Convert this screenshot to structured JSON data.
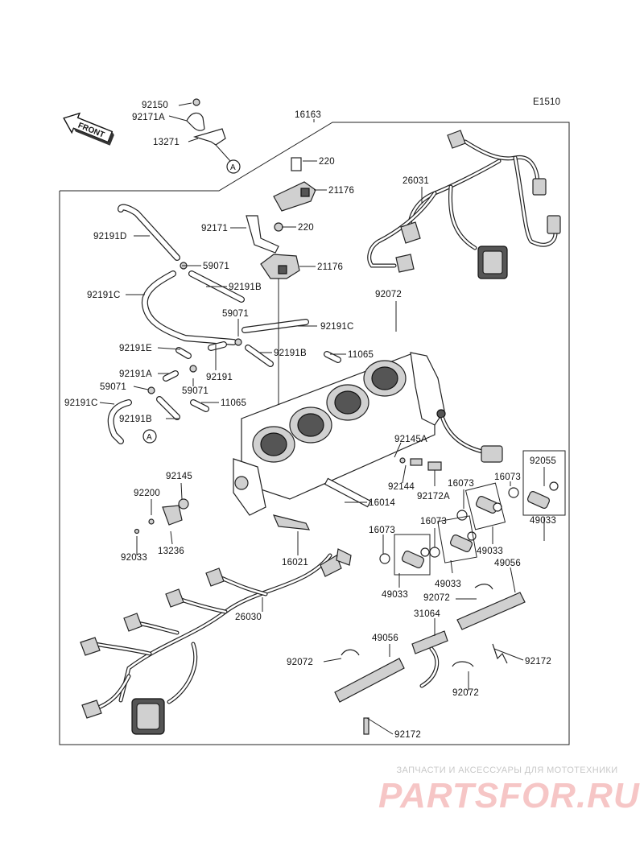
{
  "diagram_code": "E1510",
  "front_label": "FRONT",
  "ref_letter": "A",
  "watermark": {
    "tagline": "ЗАПЧАСТИ И АКСЕССУАРЫ ДЛЯ МОТОТЕХНИКИ",
    "logo": "PARTSFOR.RU"
  },
  "part_numbers": [
    "92150",
    "92171A",
    "13271",
    "16163",
    "220",
    "21176",
    "92171",
    "220",
    "21176",
    "26031",
    "92191D",
    "59071",
    "92191B",
    "92191C",
    "59071",
    "92191C",
    "92072",
    "92191E",
    "92191B",
    "11065",
    "92191A",
    "92191",
    "59071",
    "59071",
    "11065",
    "92191C",
    "92191B",
    "92145A",
    "92145",
    "92200",
    "92144",
    "92172A",
    "16073",
    "92055",
    "16073",
    "16014",
    "13236",
    "92033",
    "16073",
    "16073",
    "49033",
    "49033",
    "16021",
    "49033",
    "49056",
    "92072",
    "49033",
    "31064",
    "26030",
    "49056",
    "92072",
    "92172",
    "92072",
    "92172"
  ]
}
